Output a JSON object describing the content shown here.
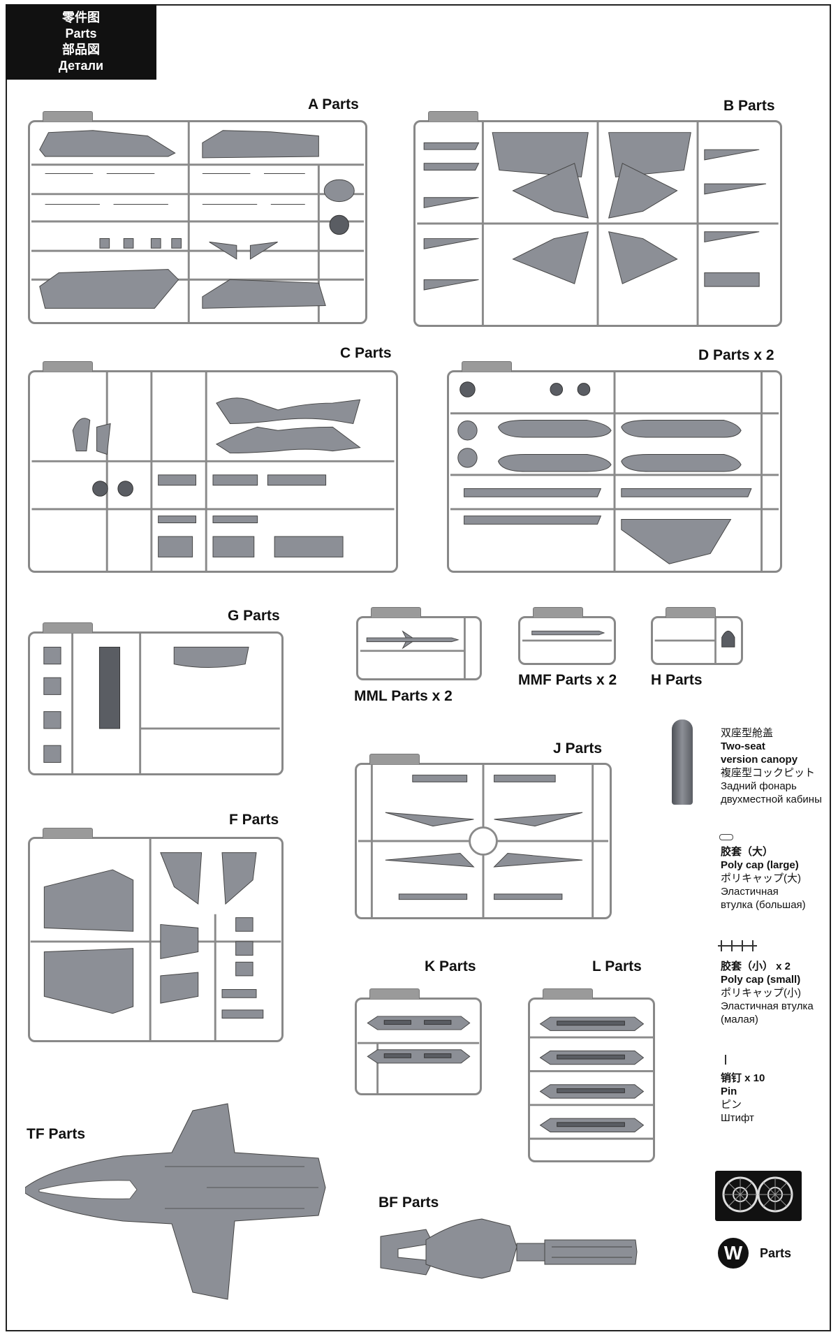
{
  "header": {
    "line_zh": "零件图",
    "line_en": "Parts",
    "line_ja": "部品図",
    "line_ru": "Детали"
  },
  "sprues": {
    "a": "A  Parts",
    "b": "B  Parts",
    "c": "C  Parts",
    "d": "D  Parts x 2",
    "g": "G  Parts",
    "mml": "MML  Parts x 2",
    "mmf": "MMF  Parts x 2",
    "h": "H  Parts",
    "j": "J  Parts",
    "f": "F  Parts",
    "k": "K  Parts",
    "l": "L  Parts",
    "tf": "TF  Parts",
    "bf": "BF  Parts",
    "w_letter": "W",
    "w": "Parts"
  },
  "legend": {
    "canopy": {
      "zh": "双座型舱盖",
      "en1": "Two-seat",
      "en2": "version canopy",
      "ja": "複座型コックピット",
      "ru1": "Задний фонарь",
      "ru2": "двухместной кабины"
    },
    "polycap_large": {
      "zh": "胶套（大）",
      "en": "Poly cap (large)",
      "ja": "ポリキャップ(大)",
      "ru1": "Эластичная",
      "ru2": "втулка (большая)"
    },
    "polycap_small": {
      "zh": "胶套（小）  x 2",
      "en": "Poly cap (small)",
      "ja": "ポリキャップ(小)",
      "ru1": "Эластичная втулка",
      "ru2": "(малая)"
    },
    "pin": {
      "zh": "销钉 x 10",
      "en": "Pin",
      "ja": "ピン",
      "ru": "Штифт"
    }
  }
}
